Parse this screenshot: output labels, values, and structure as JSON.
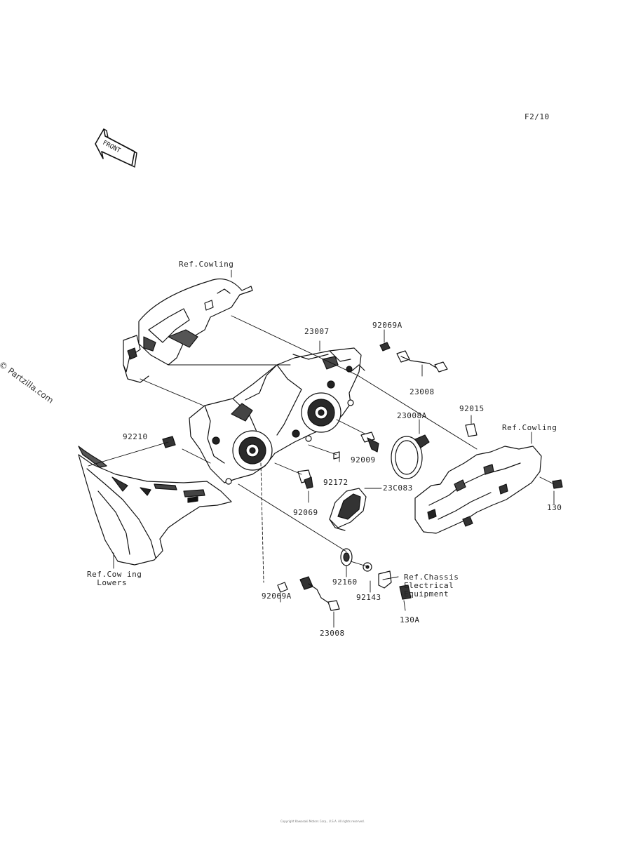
{
  "figure_code": "F2/10",
  "watermark": "© Partzilla.com",
  "front_arrow_text": "FRONT",
  "labels": {
    "ref_cowling_top": "Ref.Cowling",
    "part_23007": "23007",
    "part_92069A_top": "92069A",
    "part_23008_top": "23008",
    "part_23008A": "23008A",
    "part_92015": "92015",
    "ref_cowling_right": "Ref.Cowling",
    "part_92210": "92210",
    "part_92009": "92009",
    "part_92172": "92172",
    "part_23008B": "23C083",
    "part_92069": "92069",
    "part_130": "130",
    "ref_cowling_lowers": "Ref.Cow ing\n  Lowers",
    "part_92160": "92160",
    "ref_chassis": "Ref.Chassis\nElectrical\nEquipment",
    "part_92143": "92143",
    "part_92069A_bottom": "92069A",
    "part_130A": "130A",
    "part_23008_bottom": "23008"
  },
  "footer": "Copyright Kawasaki Motors Corp., U.S.A. All rights reserved."
}
